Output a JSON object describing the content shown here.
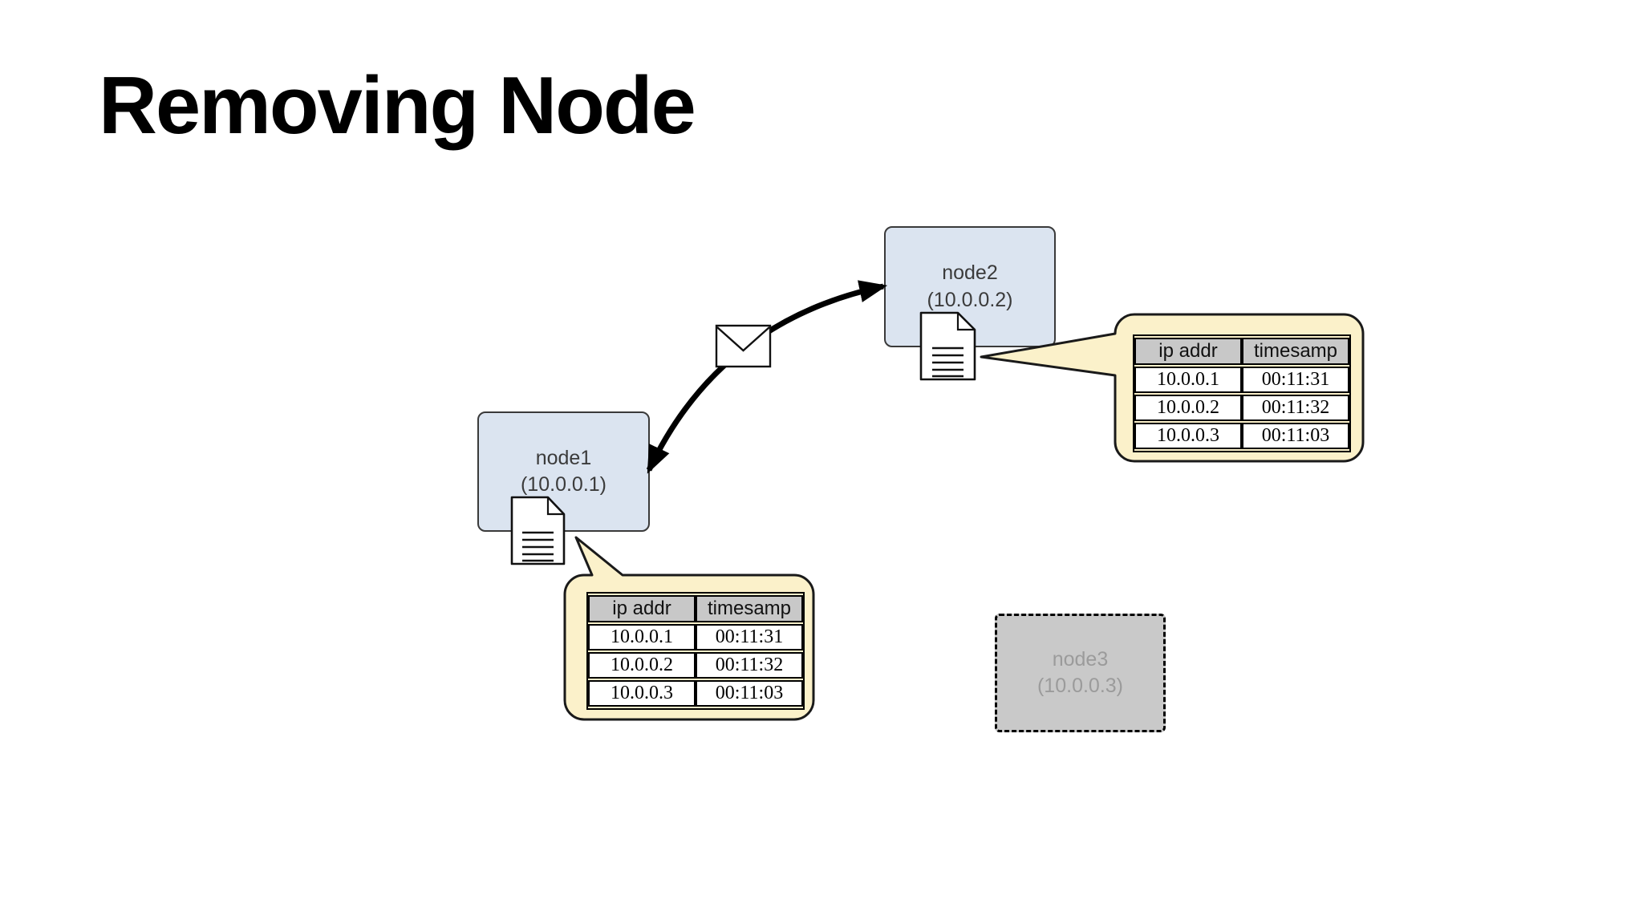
{
  "slide": {
    "title": "Removing Node"
  },
  "nodes": {
    "node1": {
      "name": "node1",
      "ip": "(10.0.0.1)"
    },
    "node2": {
      "name": "node2",
      "ip": "(10.0.0.2)"
    },
    "node3": {
      "name": "node3",
      "ip": "(10.0.0.3)"
    }
  },
  "tables": {
    "headers": {
      "ip": "ip addr",
      "ts": "timesamp"
    },
    "node1": {
      "rows": [
        [
          "10.0.0.1",
          "00:11:31"
        ],
        [
          "10.0.0.2",
          "00:11:32"
        ],
        [
          "10.0.0.3",
          "00:11:03"
        ]
      ]
    },
    "node2": {
      "rows": [
        [
          "10.0.0.1",
          "00:11:31"
        ],
        [
          "10.0.0.2",
          "00:11:32"
        ],
        [
          "10.0.0.3",
          "00:11:03"
        ]
      ]
    }
  },
  "icons": {
    "document": "document-icon",
    "envelope": "envelope-icon",
    "arrow": "bidirectional-arrow"
  },
  "colors": {
    "node_fill": "#dbe4f0",
    "node_border": "#3a3a3a",
    "node3_fill": "#c9c9c9",
    "node3_text": "#9b9b9b",
    "callout_fill": "#fbf1ca",
    "callout_border": "#1a1a1a",
    "table_header_bg": "#c8c8c8",
    "arrow": "#000000"
  }
}
